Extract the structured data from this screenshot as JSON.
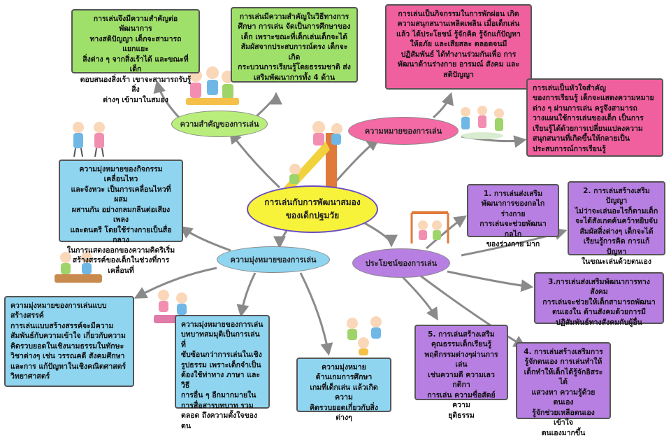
{
  "center": {
    "line1": "การเล่นกับการพัฒนาสมอง",
    "line2": "ของเด็กปฐมวัย"
  },
  "branches": {
    "importance": {
      "label": "ความสำคัญของการเล่น"
    },
    "meaning": {
      "label": "ความหมายของการเล่น"
    },
    "goals": {
      "label": "ความมุ่งหมายของการเล่น"
    },
    "benefits": {
      "label": "ประโยชน์ของการเล่น"
    }
  },
  "boxes": {
    "imp1": [
      "การเล่นจึงมีความสำคัญต่อพัฒนาการ",
      "ทางสติปัญญา เด็กจะสามารถแยกแยะ",
      "สิ่งต่าง ๆ จากสิ่งเร้าได้ และขณะที่เด็ก",
      "ตอบสนองสิ่งเร้า เขาจะสามารถรับรู้สิ่ง",
      "ต่างๆ เข้ามาในสมอง"
    ],
    "imp2": [
      "การเล่นมีความสำคัญในวิธีทางการ",
      "ศึกษา การเล่น จัดเป็นการศึกษาของ",
      "เด็ก เพราะขณะที่เด็กเล่นเด็กจะได้",
      "สัมผัสจากประสบการณ์ตรง เด็กจะเกิด",
      "กระบวนการเรียนรู้โดยธรรมชาติ ส่ง",
      "เสริมพัฒนาการทั้ง 4 ด้าน"
    ],
    "mean1": [
      "การเล่นเป็นกิจกรรมในการพักผ่อน เกิด",
      "ความสนุกสนานเพลิดเพลิน เมื่อเด็กเล่น",
      "แล้ว ได้ประโยชน์ รู้จักคิด รู้จักแก้ปัญหา",
      "ให้อภัย และเสียสละ ตลอดจนมี",
      "ปฏิสัมพันธ์ ได้ทำงานร่วมกันเพื่อ การ",
      "พัฒนาด้านร่างกาย อารมณ์ สังคม และ",
      "สติปัญญา"
    ],
    "mean2": [
      "การเล่นเป็นหัวใจสำคัญ",
      "ของการเรียนรู้ เด็กจะแสดงความหมาย",
      "ต่าง ๆ ผ่านการเล่น ครูจึงสามารถ",
      "วางแผนใช้การเล่นของเด็ก เป็นการ",
      "เรียนรู้ได้ด้วยการเปลี่ยนแปลงความ",
      "สนุกสนานที่เกิดขึ้นให้กลายเป็น",
      "ประสบการณ์การเรียนรู้"
    ],
    "goal1": [
      "ความมุ่งหมายของกิจกรรมเคลื่อนไหว",
      "และจังหวะ เป็นการเคลื่อนไหวที่ผสม",
      "ผสานกัน อย่างกลมกลืนต่อเสียงเพลง",
      "และดนตรี โดยใช้ร่างกายเป็นสื่อกลาง",
      "ในการแสดงออกของความคิดริเริ่ม",
      "สร้างสรรค์ของเด็กในช่วงที่การ",
      "เคลื่อนที่"
    ],
    "goal2": [
      "ความมุ่งหมายของการเล่นแบบ",
      "สร้างสรรค์",
      "การเล่นแบบสร้างสรรค์จะมีความ",
      "สัมพันธ์กับความเข้าใจ เกี่ยวกับความ",
      "คิดรวบยอดในเชิงนามธรรมในทักษะ",
      "วิชาต่างๆ เช่น วรรณคดี สังคมศึกษา",
      "และการ แก้ปัญหาในเชิงคณิตศาสตร์",
      "วิทยาศาสตร์"
    ],
    "goal3": [
      "ความมุ่งหมายของการเล่น",
      "บทบาทสมมุติเป็นการเล่นที่",
      "ซับซ้อนกว่าการเล่นในเชิง",
      "รูปธรรม เพราะเด็กจำเป็น",
      "ต้องใช้ท่าทาง ภาษา และวิธี",
      "การอื่น ๆ อีกมากมายใน",
      "การสื่อสารบทบาท รวม",
      "ตลอด ถึงความตั้งใจของตน"
    ],
    "goal4": [
      "ความมุ่งหมาย",
      "ด้านเกมการศึกษา",
      "เกมที่เด็กเล่น แล้วเกิดความ",
      "คิดรวบยอดเกี่ยวกับสิ่งต่างๆ"
    ],
    "ben1": [
      "1. การเล่นส่งเสริม",
      "พัฒนาการของกลไกร่างกาย",
      "การเล่นจะช่วยพัฒนากลไก",
      "ของร่างกาย มาก"
    ],
    "ben2": [
      "2. การเล่นสร้างเสริมปัญญา",
      "ไม่ว่าจะเล่นอะไรก็ตามเด็ก",
      "จะได้สังเกตค้นคว้าหยิบจับ",
      "สัมผัสสิ่งต่างๆ เด็กจะได้",
      "เรียนรู้การคิด การแก้ปัญหา",
      "ในขณะเล่นด้วยตนเอง"
    ],
    "ben3": [
      "3.การเล่นส่งเสริมพัฒนาการทางสังคม",
      "การเล่นจะช่วยให้เด็กสามารถพัฒนา",
      "ตนเองใน ด้านสังคมด้วยการมี",
      "ปฏิสัมพันธ์ทางสังคมกับผู้อื่น"
    ],
    "ben4": [
      "4. การเล่นสร้างเสริมการ",
      "รู้จักตนเอง การเล่นทำให้",
      "เด็กทำให้เด็กได้รู้จักอิสระได้",
      "แสวงหา ความรู้ด้วยตนเอง",
      "รู้จักช่วยเหลือตนเอง เข้าใจ",
      "ตนเองมากขึ้น"
    ],
    "ben5": [
      "5. การเล่นสร้างเสริม",
      "คุณธรรมเด็กเรียนรู้",
      "พฤติกรรมต่างๆผ่านการเล่น",
      "เช่นความดี ความเลว กติกา",
      "การเล่น ความซื่อสัตย์ ความ",
      "ยุติธรรม"
    ]
  },
  "colors": {
    "green": "#9fe06a",
    "pink": "#f0609e",
    "blue": "#8fd5f0",
    "purple": "#b87fe3",
    "yellow": "#f7f23a",
    "arrow": "#8a8a8a"
  }
}
